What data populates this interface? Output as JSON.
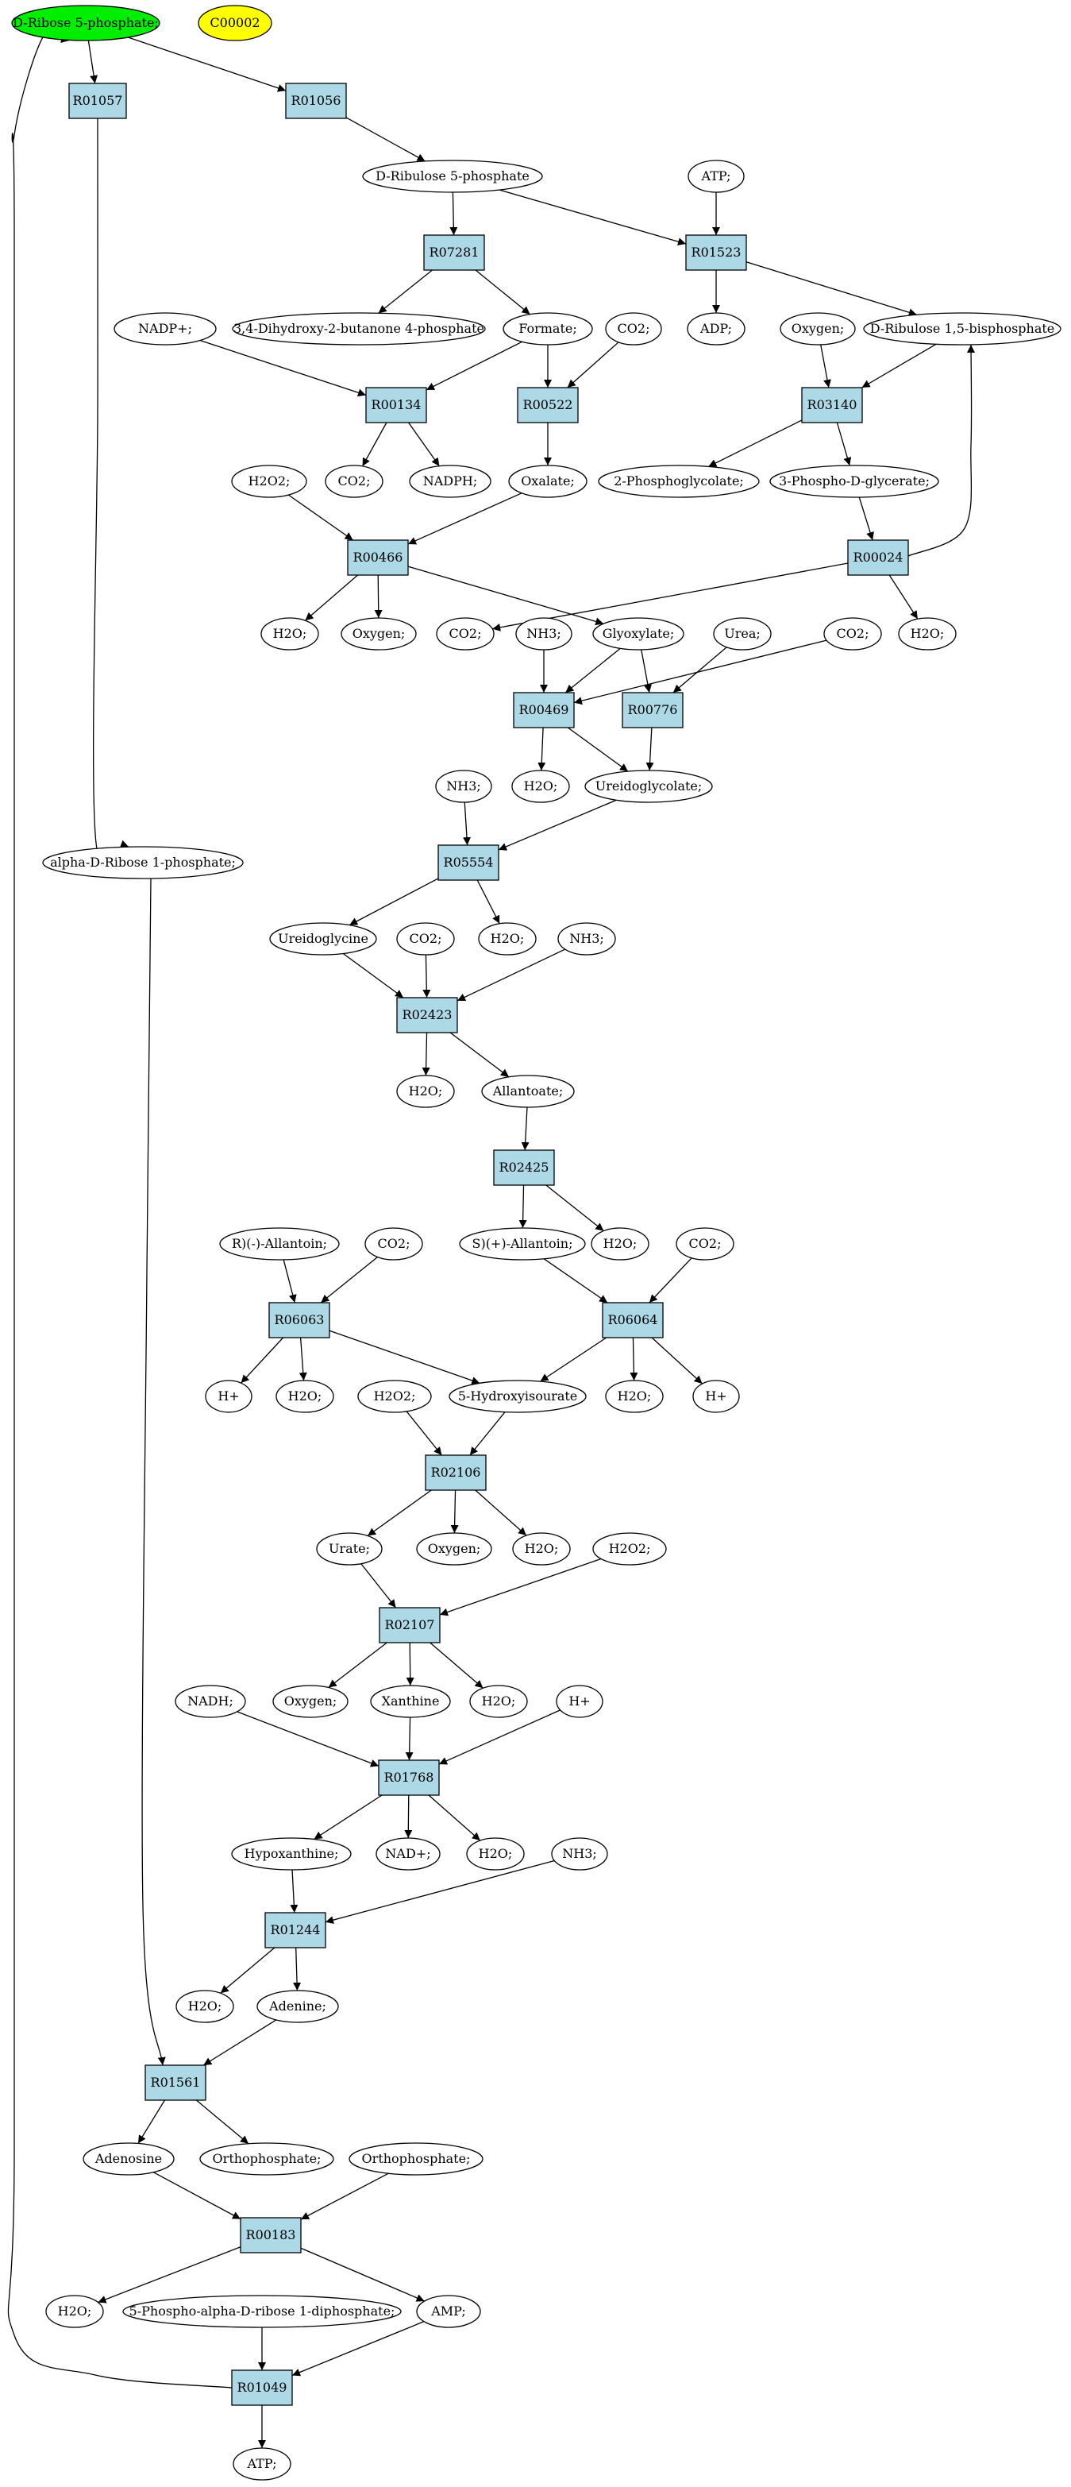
{
  "colors": {
    "reaction_fill": "#add8e6",
    "compound_fill": "#ffffff",
    "source_fill": "#00ee00",
    "target_fill": "#ffff00",
    "stroke": "#000000"
  },
  "nodes": {
    "c_rib5p": {
      "label": "D-Ribose 5-phosphate;",
      "kind": "compound",
      "style": "source"
    },
    "c_c00002": {
      "label": "C00002",
      "kind": "compound",
      "style": "target"
    },
    "r01057": {
      "label": "R01057",
      "kind": "reaction"
    },
    "r01056": {
      "label": "R01056",
      "kind": "reaction"
    },
    "c_ru5p": {
      "label": "D-Ribulose 5-phosphate",
      "kind": "compound"
    },
    "c_atp1": {
      "label": "ATP;",
      "kind": "compound"
    },
    "r07281": {
      "label": "R07281",
      "kind": "reaction"
    },
    "r01523": {
      "label": "R01523",
      "kind": "reaction"
    },
    "c_dhbp": {
      "label": "3,4-Dihydroxy-2-butanone 4-phosphate",
      "kind": "compound"
    },
    "c_formate": {
      "label": "Formate;",
      "kind": "compound"
    },
    "c_nadp": {
      "label": "NADP+;",
      "kind": "compound"
    },
    "c_co2a": {
      "label": "CO2;",
      "kind": "compound"
    },
    "c_adp": {
      "label": "ADP;",
      "kind": "compound"
    },
    "c_oxy1": {
      "label": "Oxygen;",
      "kind": "compound"
    },
    "c_rubp": {
      "label": "D-Ribulose 1,5-bisphosphate",
      "kind": "compound"
    },
    "r00134": {
      "label": "R00134",
      "kind": "reaction"
    },
    "r00522": {
      "label": "R00522",
      "kind": "reaction"
    },
    "r03140": {
      "label": "R03140",
      "kind": "reaction"
    },
    "c_h2o2a": {
      "label": "H2O2;",
      "kind": "compound"
    },
    "c_co2b": {
      "label": "CO2;",
      "kind": "compound"
    },
    "c_nadph": {
      "label": "NADPH;",
      "kind": "compound"
    },
    "c_oxalate": {
      "label": "Oxalate;",
      "kind": "compound"
    },
    "c_2pg": {
      "label": "2-Phosphoglycolate;",
      "kind": "compound"
    },
    "c_3pg": {
      "label": "3-Phospho-D-glycerate;",
      "kind": "compound"
    },
    "r00466": {
      "label": "R00466",
      "kind": "reaction"
    },
    "r00024": {
      "label": "R00024",
      "kind": "reaction"
    },
    "c_h2oa": {
      "label": "H2O;",
      "kind": "compound"
    },
    "c_oxy2": {
      "label": "Oxygen;",
      "kind": "compound"
    },
    "c_co2c": {
      "label": "CO2;",
      "kind": "compound"
    },
    "c_nh3a": {
      "label": "NH3;",
      "kind": "compound"
    },
    "c_glyox": {
      "label": "Glyoxylate;",
      "kind": "compound"
    },
    "c_urea": {
      "label": "Urea;",
      "kind": "compound"
    },
    "c_co2d": {
      "label": "CO2;",
      "kind": "compound"
    },
    "c_h2ob": {
      "label": "H2O;",
      "kind": "compound"
    },
    "r00469": {
      "label": "R00469",
      "kind": "reaction"
    },
    "r00776": {
      "label": "R00776",
      "kind": "reaction"
    },
    "c_nh3b": {
      "label": "NH3;",
      "kind": "compound"
    },
    "c_h2oc": {
      "label": "H2O;",
      "kind": "compound"
    },
    "c_ureidogc": {
      "label": "Ureidoglycolate;",
      "kind": "compound"
    },
    "c_ar1p": {
      "label": "alpha-D-Ribose 1-phosphate;",
      "kind": "compound"
    },
    "r05554": {
      "label": "R05554",
      "kind": "reaction"
    },
    "c_ureidogly": {
      "label": "Ureidoglycine",
      "kind": "compound"
    },
    "c_co2e": {
      "label": "CO2;",
      "kind": "compound"
    },
    "c_h2od": {
      "label": "H2O;",
      "kind": "compound"
    },
    "c_nh3c": {
      "label": "NH3;",
      "kind": "compound"
    },
    "r02423": {
      "label": "R02423",
      "kind": "reaction"
    },
    "c_h2oe": {
      "label": "H2O;",
      "kind": "compound"
    },
    "c_allantoate": {
      "label": "Allantoate;",
      "kind": "compound"
    },
    "r02425": {
      "label": "R02425",
      "kind": "reaction"
    },
    "c_rallantoin": {
      "label": "R)(-)-Allantoin;",
      "kind": "compound"
    },
    "c_co2f": {
      "label": "CO2;",
      "kind": "compound"
    },
    "c_sallantoin": {
      "label": "S)(+)-Allantoin;",
      "kind": "compound"
    },
    "c_h2of": {
      "label": "H2O;",
      "kind": "compound"
    },
    "c_co2g": {
      "label": "CO2;",
      "kind": "compound"
    },
    "r06063": {
      "label": "R06063",
      "kind": "reaction"
    },
    "r06064": {
      "label": "R06064",
      "kind": "reaction"
    },
    "c_hplus1": {
      "label": "H+",
      "kind": "compound"
    },
    "c_h2og": {
      "label": "H2O;",
      "kind": "compound"
    },
    "c_h2o2b": {
      "label": "H2O2;",
      "kind": "compound"
    },
    "c_5hiu": {
      "label": "5-Hydroxyisourate",
      "kind": "compound"
    },
    "c_h2oh": {
      "label": "H2O;",
      "kind": "compound"
    },
    "c_hplus2": {
      "label": "H+",
      "kind": "compound"
    },
    "r02106": {
      "label": "R02106",
      "kind": "reaction"
    },
    "c_urate": {
      "label": "Urate;",
      "kind": "compound"
    },
    "c_oxy3": {
      "label": "Oxygen;",
      "kind": "compound"
    },
    "c_h2oi": {
      "label": "H2O;",
      "kind": "compound"
    },
    "c_h2o2c": {
      "label": "H2O2;",
      "kind": "compound"
    },
    "r02107": {
      "label": "R02107",
      "kind": "reaction"
    },
    "c_nadh": {
      "label": "NADH;",
      "kind": "compound"
    },
    "c_oxy4": {
      "label": "Oxygen;",
      "kind": "compound"
    },
    "c_xanthine": {
      "label": "Xanthine",
      "kind": "compound"
    },
    "c_h2oj": {
      "label": "H2O;",
      "kind": "compound"
    },
    "c_hplus3": {
      "label": "H+",
      "kind": "compound"
    },
    "r01768": {
      "label": "R01768",
      "kind": "reaction"
    },
    "c_hypox": {
      "label": "Hypoxanthine;",
      "kind": "compound"
    },
    "c_nad": {
      "label": "NAD+;",
      "kind": "compound"
    },
    "c_h2ok": {
      "label": "H2O;",
      "kind": "compound"
    },
    "c_nh3d": {
      "label": "NH3;",
      "kind": "compound"
    },
    "r01244": {
      "label": "R01244",
      "kind": "reaction"
    },
    "c_h2ol": {
      "label": "H2O;",
      "kind": "compound"
    },
    "c_adenine": {
      "label": "Adenine;",
      "kind": "compound"
    },
    "r01561": {
      "label": "R01561",
      "kind": "reaction"
    },
    "c_adenosine": {
      "label": "Adenosine",
      "kind": "compound"
    },
    "c_orthop1": {
      "label": "Orthophosphate;",
      "kind": "compound"
    },
    "c_orthop2": {
      "label": "Orthophosphate;",
      "kind": "compound"
    },
    "r00183": {
      "label": "R00183",
      "kind": "reaction"
    },
    "c_h2om": {
      "label": "H2O;",
      "kind": "compound"
    },
    "c_prpp": {
      "label": "5-Phospho-alpha-D-ribose 1-diphosphate;",
      "kind": "compound"
    },
    "c_amp": {
      "label": "AMP;",
      "kind": "compound"
    },
    "r01049": {
      "label": "R01049",
      "kind": "reaction"
    },
    "c_atp2": {
      "label": "ATP;",
      "kind": "compound"
    }
  },
  "edges": [
    [
      "c_rib5p",
      "r01057"
    ],
    [
      "c_rib5p",
      "r01056"
    ],
    [
      "r01056",
      "c_ru5p"
    ],
    [
      "c_ru5p",
      "r07281"
    ],
    [
      "c_ru5p",
      "r01523"
    ],
    [
      "c_atp1",
      "r01523"
    ],
    [
      "r07281",
      "c_dhbp"
    ],
    [
      "r07281",
      "c_formate"
    ],
    [
      "r01523",
      "c_adp"
    ],
    [
      "r01523",
      "c_rubp"
    ],
    [
      "c_nadp",
      "r00134"
    ],
    [
      "c_formate",
      "r00134"
    ],
    [
      "c_formate",
      "r00522"
    ],
    [
      "c_co2a",
      "r00522"
    ],
    [
      "c_oxy1",
      "r03140"
    ],
    [
      "c_rubp",
      "r03140"
    ],
    [
      "r00134",
      "c_co2b"
    ],
    [
      "r00134",
      "c_nadph"
    ],
    [
      "r00522",
      "c_oxalate"
    ],
    [
      "r03140",
      "c_2pg"
    ],
    [
      "r03140",
      "c_3pg"
    ],
    [
      "c_h2o2a",
      "r00466"
    ],
    [
      "c_oxalate",
      "r00466"
    ],
    [
      "c_3pg",
      "r00024"
    ],
    [
      "r00024",
      "c_rubp"
    ],
    [
      "r00466",
      "c_h2oa"
    ],
    [
      "r00466",
      "c_oxy2"
    ],
    [
      "r00466",
      "c_glyox"
    ],
    [
      "r00024",
      "c_co2c"
    ],
    [
      "r00024",
      "c_h2ob"
    ],
    [
      "c_co2d",
      "r00469"
    ],
    [
      "c_nh3a",
      "r00469"
    ],
    [
      "c_glyox",
      "r00469"
    ],
    [
      "c_glyox",
      "r00776"
    ],
    [
      "c_urea",
      "r00776"
    ],
    [
      "r00469",
      "c_h2oc"
    ],
    [
      "r00469",
      "c_ureidogc"
    ],
    [
      "r00776",
      "c_ureidogc"
    ],
    [
      "c_nh3b",
      "r05554"
    ],
    [
      "c_ureidogc",
      "r05554"
    ],
    [
      "r01057",
      "c_ar1p"
    ],
    [
      "r05554",
      "c_ureidogly"
    ],
    [
      "r05554",
      "c_h2od"
    ],
    [
      "c_ureidogly",
      "r02423"
    ],
    [
      "c_co2e",
      "r02423"
    ],
    [
      "c_nh3c",
      "r02423"
    ],
    [
      "r02423",
      "c_h2oe"
    ],
    [
      "r02423",
      "c_allantoate"
    ],
    [
      "c_allantoate",
      "r02425"
    ],
    [
      "r02425",
      "c_sallantoin"
    ],
    [
      "r02425",
      "c_h2of"
    ],
    [
      "c_rallantoin",
      "r06063"
    ],
    [
      "c_co2f",
      "r06063"
    ],
    [
      "c_sallantoin",
      "r06064"
    ],
    [
      "c_co2g",
      "r06064"
    ],
    [
      "r06063",
      "c_hplus1"
    ],
    [
      "r06063",
      "c_h2og"
    ],
    [
      "r06063",
      "c_5hiu"
    ],
    [
      "r06064",
      "c_5hiu"
    ],
    [
      "r06064",
      "c_h2oh"
    ],
    [
      "r06064",
      "c_hplus2"
    ],
    [
      "c_h2o2b",
      "r02106"
    ],
    [
      "c_5hiu",
      "r02106"
    ],
    [
      "r02106",
      "c_urate"
    ],
    [
      "r02106",
      "c_oxy3"
    ],
    [
      "r02106",
      "c_h2oi"
    ],
    [
      "c_urate",
      "r02107"
    ],
    [
      "c_h2o2c",
      "r02107"
    ],
    [
      "r02107",
      "c_oxy4"
    ],
    [
      "r02107",
      "c_xanthine"
    ],
    [
      "r02107",
      "c_h2oj"
    ],
    [
      "c_nadh",
      "r01768"
    ],
    [
      "c_xanthine",
      "r01768"
    ],
    [
      "c_hplus3",
      "r01768"
    ],
    [
      "r01768",
      "c_hypox"
    ],
    [
      "r01768",
      "c_nad"
    ],
    [
      "r01768",
      "c_h2ok"
    ],
    [
      "c_hypox",
      "r01244"
    ],
    [
      "c_nh3d",
      "r01244"
    ],
    [
      "r01244",
      "c_h2ol"
    ],
    [
      "r01244",
      "c_adenine"
    ],
    [
      "c_ar1p",
      "r01561"
    ],
    [
      "c_adenine",
      "r01561"
    ],
    [
      "r01561",
      "c_adenosine"
    ],
    [
      "r01561",
      "c_orthop1"
    ],
    [
      "c_adenosine",
      "r00183"
    ],
    [
      "c_orthop2",
      "r00183"
    ],
    [
      "r00183",
      "c_h2om"
    ],
    [
      "r00183",
      "c_amp"
    ],
    [
      "c_prpp",
      "r01049"
    ],
    [
      "c_amp",
      "r01049"
    ],
    [
      "r01049",
      "c_atp2"
    ],
    [
      "r01049",
      "c_rib5p"
    ]
  ]
}
